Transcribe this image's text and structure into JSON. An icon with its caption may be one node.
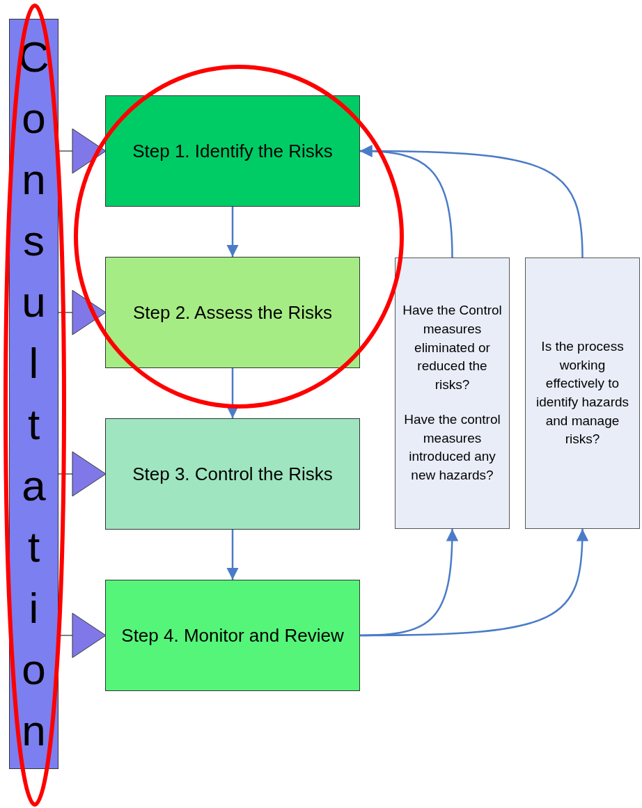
{
  "diagram": {
    "nodes": [
      {
        "text": [
          "Consultation"
        ]
      },
      {
        "text": [
          "Step 1. Identify the Risks"
        ]
      },
      {
        "text": [
          "Step 2. Assess the Risks"
        ]
      },
      {
        "text": [
          "Step 3. Control the Risks"
        ]
      },
      {
        "text": [
          "Step 4. Monitor and Review"
        ]
      },
      {
        "text": [
          "Have the Control measures eliminated or reduced the risks?",
          "Have the control measures introduced any new hazards?"
        ]
      },
      {
        "text": [
          "Is the process working effectively to identify hazards and manage risks?"
        ]
      }
    ],
    "edges": [
      {
        "from": 0,
        "to": 1,
        "arrow": "to",
        "color": "#555555"
      },
      {
        "from": 0,
        "to": 2,
        "arrow": "to",
        "color": "#555555"
      },
      {
        "from": 0,
        "to": 3,
        "arrow": "to",
        "color": "#555555"
      },
      {
        "from": 0,
        "to": 4,
        "arrow": "to",
        "color": "#555555"
      },
      {
        "from": 1,
        "to": 2,
        "arrow": "to"
      },
      {
        "from": 2,
        "to": 3,
        "arrow": "to"
      },
      {
        "from": 3,
        "to": 4,
        "arrow": "to"
      },
      {
        "from": 4,
        "to": 5,
        "arrow": "to"
      },
      {
        "from": 4,
        "to": 6,
        "arrow": "to"
      },
      {
        "from": 5,
        "to": 1,
        "arrow": "to"
      },
      {
        "from": 6,
        "to": 1,
        "arrow": "to"
      }
    ]
  }
}
